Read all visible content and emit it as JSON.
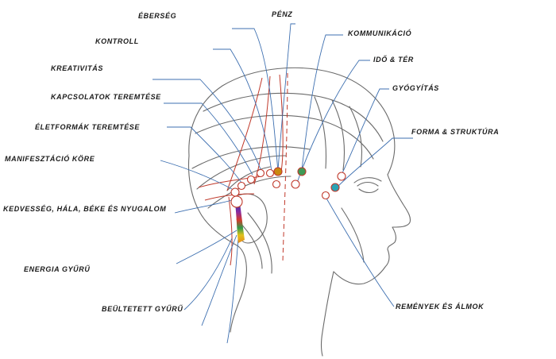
{
  "colors": {
    "head_outline": "#6a6a6a",
    "pointer_line": "#3d6fb0",
    "meridian": "#c0392b",
    "point_outline": "#c0392b"
  },
  "labels": {
    "eberseg": "ÉBERSÉG",
    "penz": "PÉNZ",
    "kontroll": "KONTROLL",
    "kommunikacio": "KOMMUNIKÁCIÓ",
    "kreativitas": "KREATIVITÁS",
    "ido_ter": "IDŐ & TÉR",
    "kapcsolatok": "KAPCSOLATOK TEREMTÉSE",
    "gyogyitas": "GYÓGYÍTÁS",
    "eletformak": "ÉLETFORMÁK TEREMTÉSE",
    "forma": "FORMA & STRUKTÚRA",
    "manifesztacio": "MANIFESZTÁCIÓ KÖRE",
    "kedvesseg": "KEDVESSÉG, HÁLA, BÉKE ÉS NYUGALOM",
    "energia": "ENERGIA GYŰRŰ",
    "beultetett": "BEÜLTETETT GYŰRŰ",
    "remenyek": "REMÉNYEK ÉS ÁLMOK"
  },
  "point_fills": {
    "penz": "#c98a10",
    "kommunikacio": "#3e9a55",
    "forma": "#2aa3b5"
  }
}
